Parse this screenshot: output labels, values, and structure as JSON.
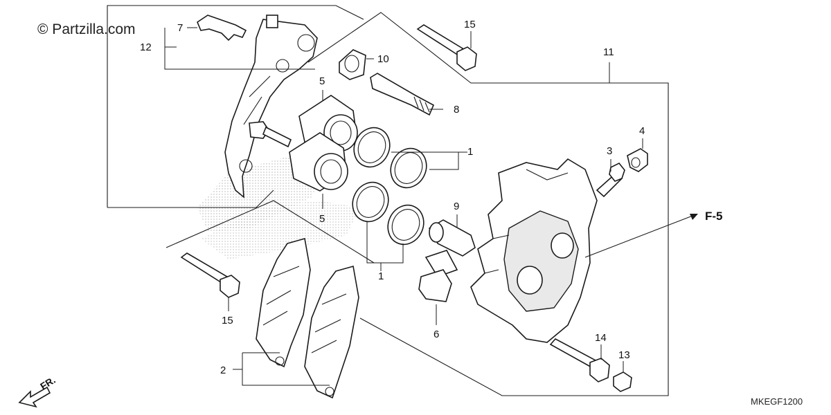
{
  "watermark": "© Partzilla.com",
  "diagram_code": "MKEGF1200",
  "reference_label": "F-5",
  "front_label": "FR.",
  "callouts": {
    "c1a": "1",
    "c1b": "1",
    "c2": "2",
    "c3": "3",
    "c4": "4",
    "c5a": "5",
    "c5b": "5",
    "c6": "6",
    "c7": "7",
    "c8": "8",
    "c9": "9",
    "c10": "10",
    "c11": "11",
    "c12": "12",
    "c13": "13",
    "c14": "14",
    "c15a": "15",
    "c15b": "15"
  }
}
